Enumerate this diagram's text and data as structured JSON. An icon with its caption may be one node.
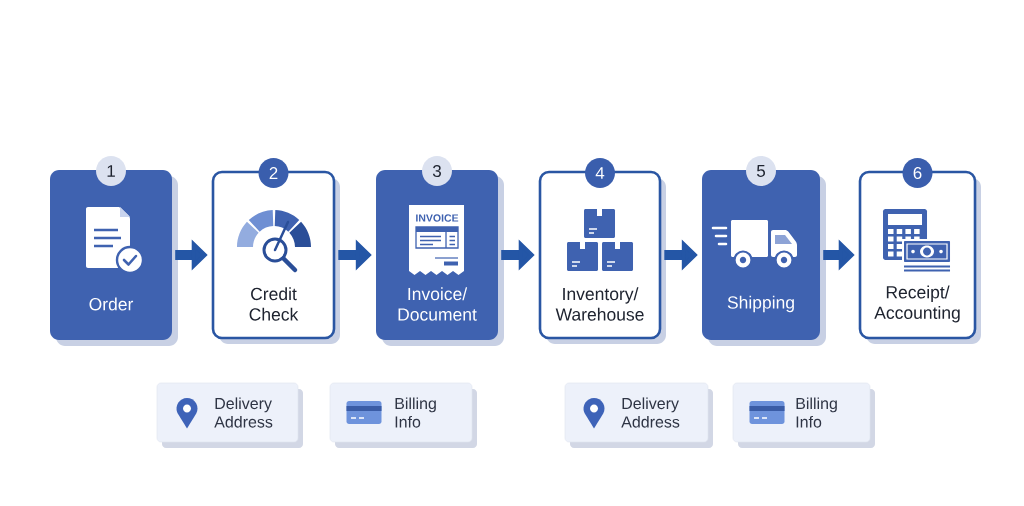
{
  "diagram": {
    "nodes": [
      {
        "text": [
          "1",
          "Order"
        ]
      },
      {
        "text": [
          "2",
          "Credit Check"
        ]
      },
      {
        "text": [
          "3",
          "Invoice/ Document"
        ]
      },
      {
        "text": [
          "4",
          "Inventory/ Warehouse"
        ]
      },
      {
        "text": [
          "5",
          "Shipping"
        ]
      },
      {
        "text": [
          "6",
          "Receipt/ Accounting"
        ]
      },
      {
        "text": [
          "Delivery Address"
        ]
      },
      {
        "text": [
          "Billing Info"
        ]
      },
      {
        "text": [
          "Delivery Address"
        ]
      },
      {
        "text": [
          "Billing Info"
        ]
      }
    ],
    "edges": [
      {
        "from": 0,
        "to": 1,
        "arrow": "to"
      },
      {
        "from": 1,
        "to": 2,
        "arrow": "to"
      },
      {
        "from": 2,
        "to": 3,
        "arrow": "to"
      },
      {
        "from": 3,
        "to": 4,
        "arrow": "to"
      },
      {
        "from": 4,
        "to": 5,
        "arrow": "to"
      }
    ],
    "labels": [
      "INVOICE"
    ]
  }
}
